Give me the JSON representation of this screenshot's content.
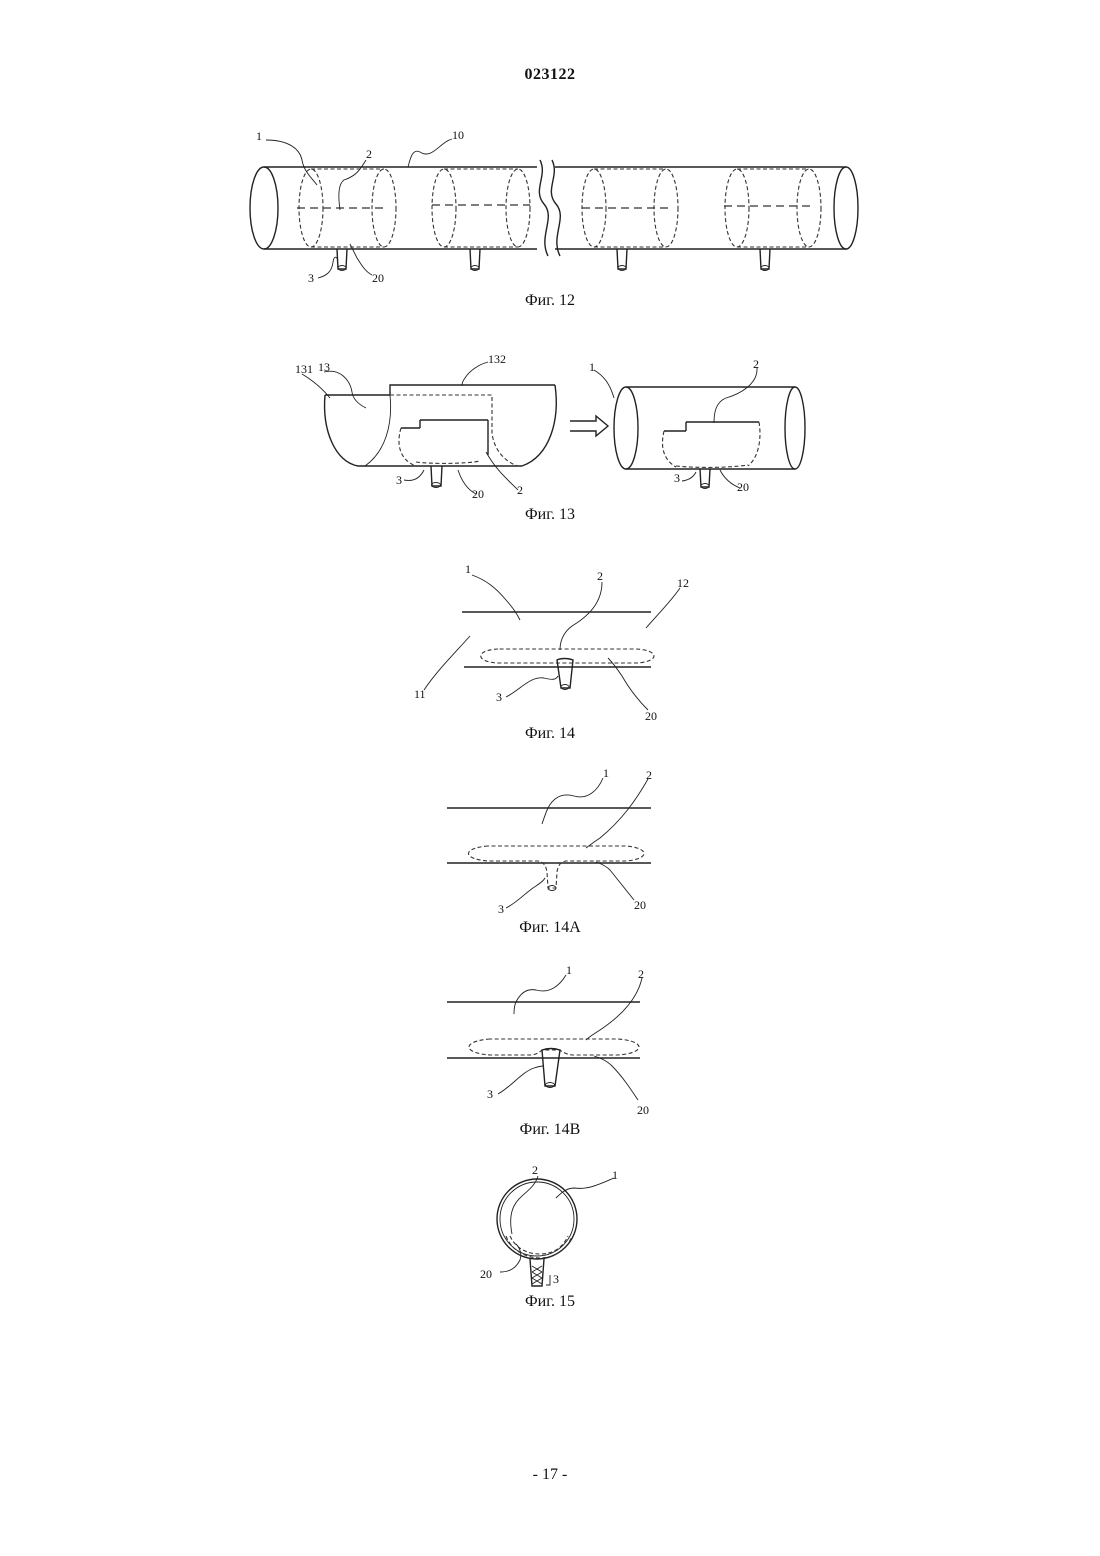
{
  "document": {
    "number": "023122",
    "page_label": "- 17 -"
  },
  "figures": [
    {
      "id": "fig12",
      "caption": "Фиг. 12",
      "labels": {
        "l1": "1",
        "l2": "2",
        "l10": "10",
        "l3": "3",
        "l20": "20"
      }
    },
    {
      "id": "fig13",
      "caption": "Фиг. 13",
      "labels": {
        "l13": "13",
        "l131": "131",
        "l132": "132",
        "l3": "3",
        "l20": "20",
        "l2": "2",
        "r1": "1",
        "r2": "2",
        "r3": "3",
        "r20": "20"
      }
    },
    {
      "id": "fig14",
      "caption": "Фиг. 14",
      "labels": {
        "l1": "1",
        "l2": "2",
        "l12": "12",
        "l11": "11",
        "l3": "3",
        "l20": "20"
      }
    },
    {
      "id": "fig14a",
      "caption": "Фиг. 14A",
      "labels": {
        "l1": "1",
        "l2": "2",
        "l3": "3",
        "l20": "20"
      }
    },
    {
      "id": "fig14b",
      "caption": "Фиг. 14B",
      "labels": {
        "l1": "1",
        "l2": "2",
        "l3": "3",
        "l20": "20"
      }
    },
    {
      "id": "fig15",
      "caption": "Фиг. 15",
      "labels": {
        "l2": "2",
        "l1": "1",
        "l20": "20",
        "l3": "3"
      }
    }
  ]
}
